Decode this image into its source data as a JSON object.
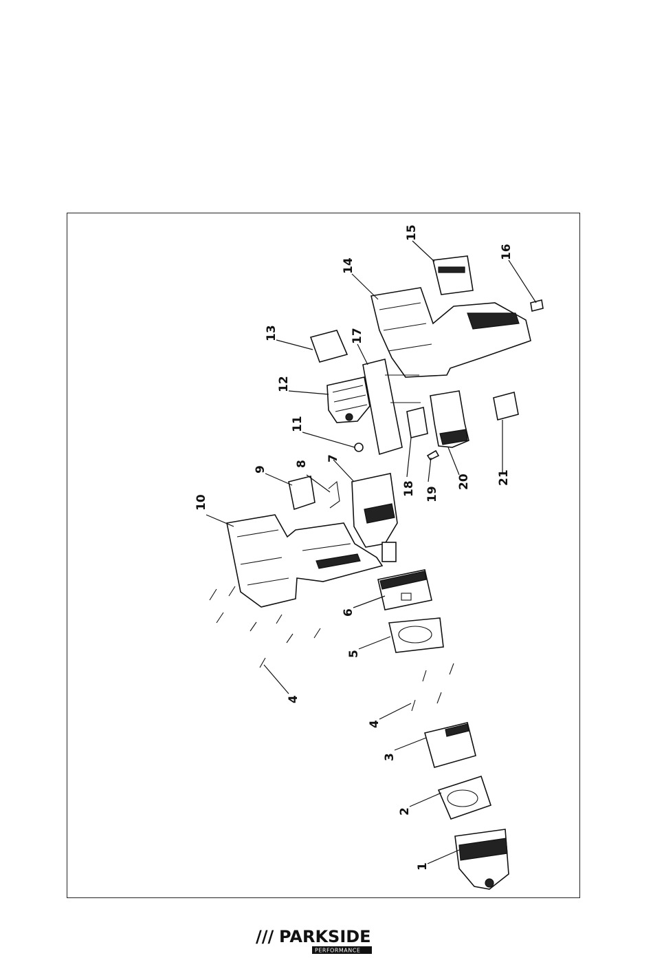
{
  "brand": {
    "name": "PARKSIDE",
    "sub": "PERFORMANCE",
    "slashes": "///"
  },
  "callouts": [
    {
      "id": "1",
      "label": "1"
    },
    {
      "id": "2",
      "label": "2"
    },
    {
      "id": "3",
      "label": "3"
    },
    {
      "id": "4a",
      "label": "4"
    },
    {
      "id": "4b",
      "label": "4"
    },
    {
      "id": "5",
      "label": "5"
    },
    {
      "id": "6",
      "label": "6"
    },
    {
      "id": "7",
      "label": "7"
    },
    {
      "id": "8",
      "label": "8"
    },
    {
      "id": "9",
      "label": "9"
    },
    {
      "id": "10",
      "label": "10"
    },
    {
      "id": "11",
      "label": "11"
    },
    {
      "id": "12",
      "label": "12"
    },
    {
      "id": "13",
      "label": "13"
    },
    {
      "id": "14",
      "label": "14"
    },
    {
      "id": "15",
      "label": "15"
    },
    {
      "id": "16",
      "label": "16"
    },
    {
      "id": "17",
      "label": "17"
    },
    {
      "id": "18",
      "label": "18"
    },
    {
      "id": "19",
      "label": "19"
    },
    {
      "id": "20",
      "label": "20"
    },
    {
      "id": "21",
      "label": "21"
    }
  ]
}
